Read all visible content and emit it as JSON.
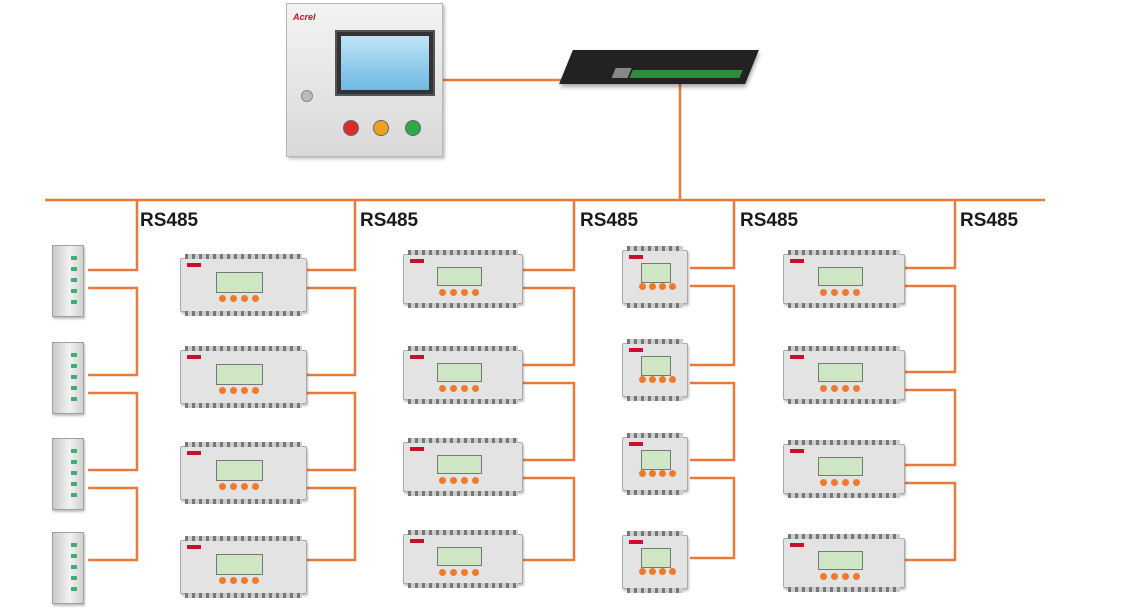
{
  "bus_labels": [
    "RS485",
    "RS485",
    "RS485",
    "RS485",
    "RS485"
  ],
  "monitor_panel": {
    "brand": "Acrel"
  },
  "colors": {
    "bus": "#E87A3C",
    "device_body": "#E3E3E3",
    "lcd": "#CFE6C4",
    "button": "#F07A2A"
  },
  "icons": [
    "monitoring-panel-icon",
    "gateway-icon",
    "cabinet-icon",
    "meter-icon"
  ]
}
